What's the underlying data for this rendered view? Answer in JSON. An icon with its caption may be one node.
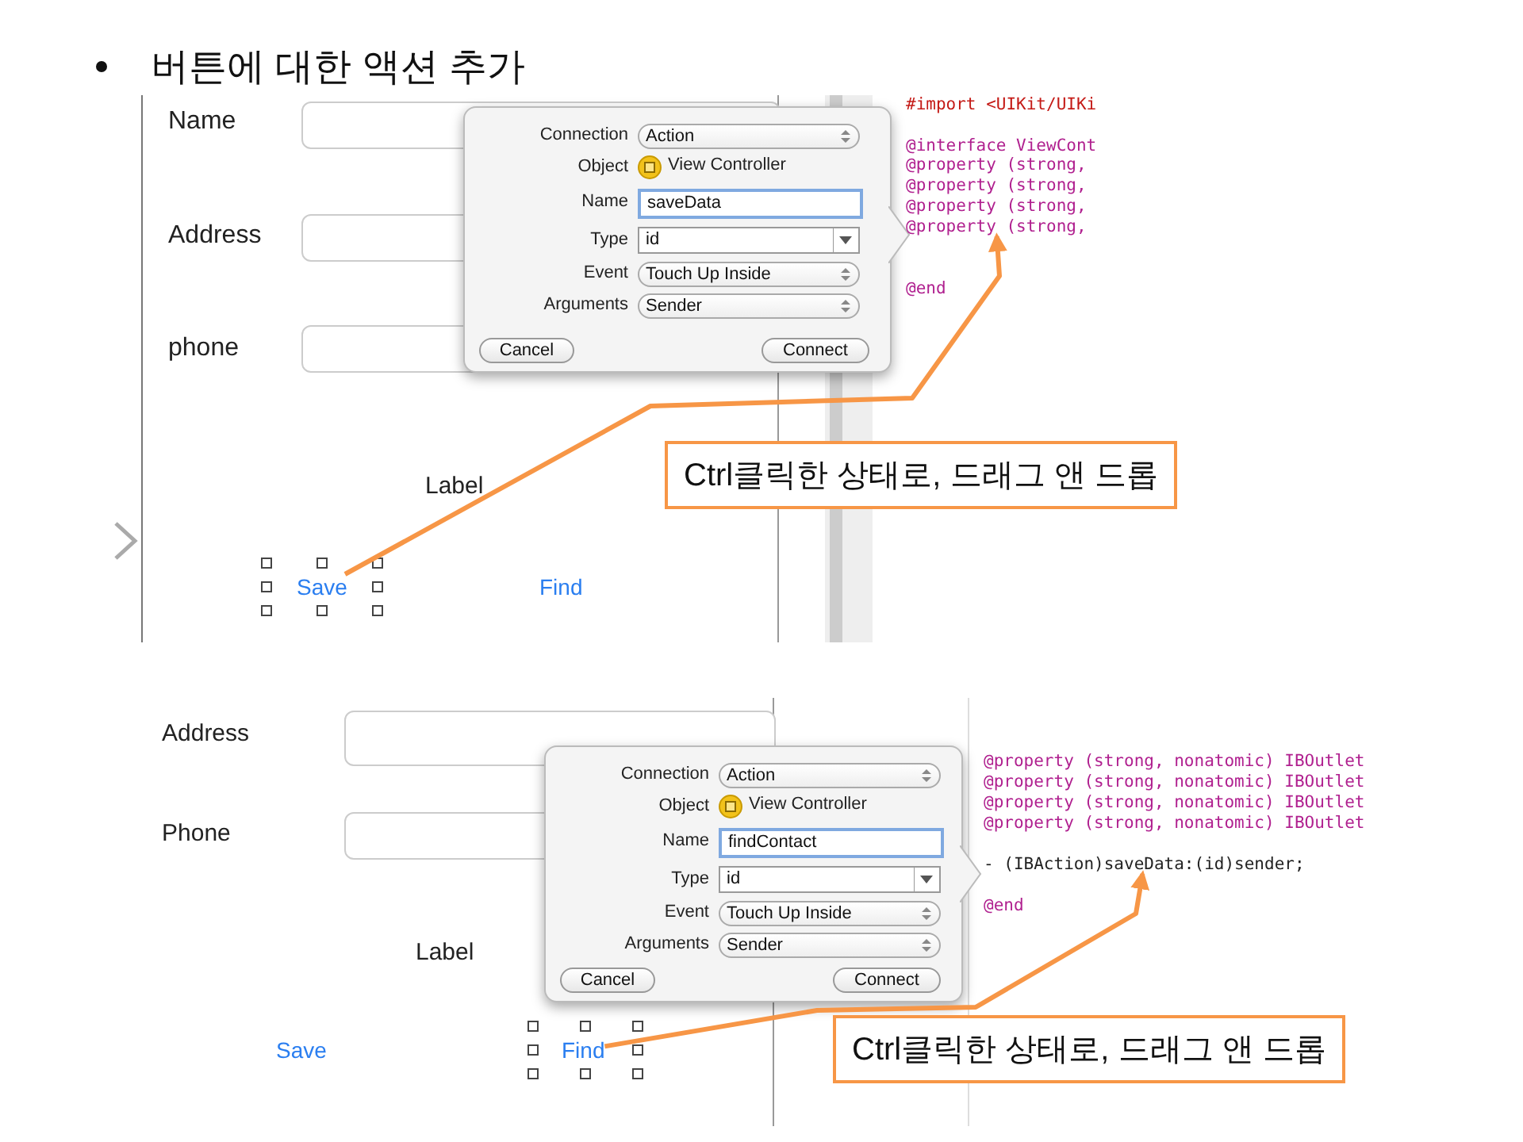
{
  "diagram": {
    "title": "버튼에 대한 액션 추가",
    "nodes": [
      {
        "text": [
          "@property (strong,"
        ]
      },
      {
        "text": [
          "Ctrl클릭한 상태로, 드래그 앤 드롭"
        ]
      },
      {
        "text": [
          "Save"
        ]
      },
      {
        "text": [
          "- (IBAction)saveData:(id)sender;"
        ]
      },
      {
        "text": [
          "Ctrl클릭한 상태로, 드래그 앤 드롭"
        ]
      },
      {
        "text": [
          "Find"
        ]
      }
    ],
    "edges": [
      {
        "from": 2,
        "to": 0,
        "arrow": "to"
      },
      {
        "from": 5,
        "to": 3,
        "arrow": "to"
      }
    ],
    "labels": [
      "Name",
      "Address",
      "phone",
      "Label",
      "Find",
      "Connection",
      "Action",
      "Object",
      "View Controller",
      "Name",
      "saveData",
      "Type",
      "id",
      "Event",
      "Touch Up Inside",
      "Arguments",
      "Sender",
      "Cancel",
      "Connect",
      "#import <UIKit/UIKi",
      "@interface ViewCont",
      "@property (strong,",
      "@property (strong,",
      "@property (strong,",
      "@end",
      "Address",
      "Phone",
      "Label",
      "Save",
      "Connection",
      "Action",
      "Object",
      "View Controller",
      "Name",
      "findContact",
      "Type",
      "id",
      "Event",
      "Touch Up Inside",
      "Arguments",
      "Sender",
      "Cancel",
      "Connect",
      "@property (strong, nonatomic) IBOutlet",
      "@property (strong, nonatomic) IBOutlet",
      "@property (strong, nonatomic) IBOutlet",
      "@property (strong, nonatomic) IBOutlet",
      "@end"
    ]
  }
}
